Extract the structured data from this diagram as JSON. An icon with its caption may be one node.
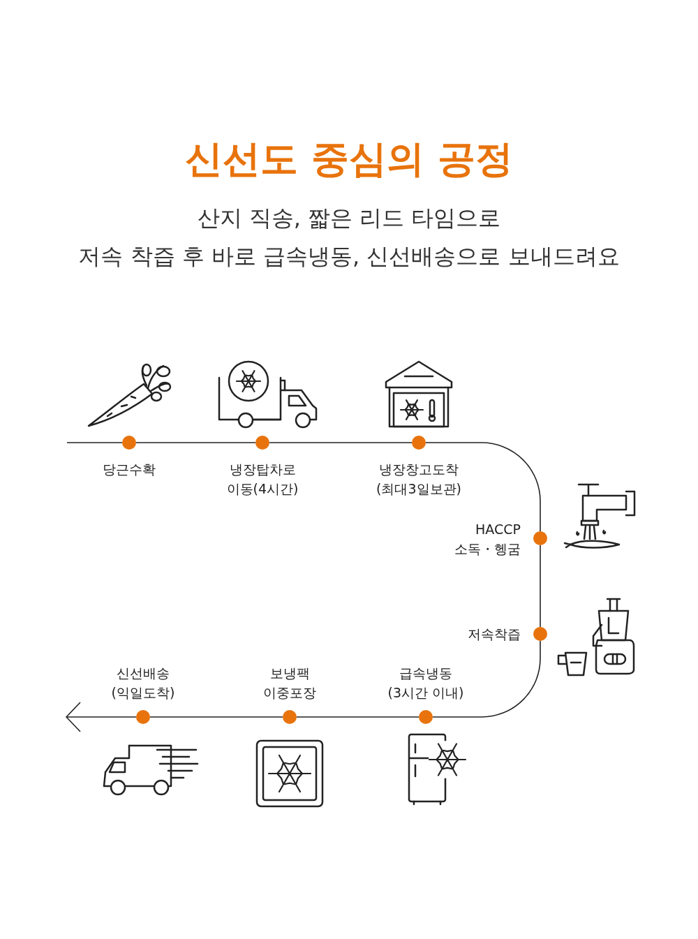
{
  "diagram": {
    "title": "신선도 중심의 공정",
    "nodes": [
      {
        "text": [],
        "shape": "circle",
        "beside": [
          "당근수확"
        ]
      },
      {
        "text": [],
        "shape": "circle",
        "beside": [
          "냉장탑차로 이동(4시간)"
        ]
      },
      {
        "text": [],
        "shape": "circle",
        "beside": [
          "냉장창고도착 (최대3일보관)"
        ]
      },
      {
        "text": [],
        "shape": "circle",
        "beside": [
          "HACCP 소독・헹굼"
        ]
      },
      {
        "text": [],
        "shape": "circle",
        "beside": [
          "저속착즙"
        ]
      },
      {
        "text": [],
        "shape": "circle",
        "beside": [
          "급속냉동 (3시간 이내)"
        ]
      },
      {
        "text": [],
        "shape": "circle",
        "beside": [
          "보냉팩 이중포장"
        ]
      },
      {
        "text": [],
        "shape": "circle",
        "beside": [
          "신선배송 (익일도착)"
        ]
      }
    ],
    "edges": [
      {
        "from": null,
        "to": 0,
        "arrow": "none"
      },
      {
        "from": 0,
        "to": 1,
        "arrow": "none"
      },
      {
        "from": 1,
        "to": 2,
        "arrow": "none"
      },
      {
        "from": 2,
        "to": 3,
        "arrow": "none"
      },
      {
        "from": 3,
        "to": 4,
        "arrow": "none"
      },
      {
        "from": 4,
        "to": 5,
        "arrow": "none"
      },
      {
        "from": 5,
        "to": 6,
        "arrow": "none"
      },
      {
        "from": 6,
        "to": 7,
        "arrow": "none"
      },
      {
        "from": 7,
        "to": null,
        "arrow": "to"
      }
    ],
    "labels": [
      "산지 직송, 짧은 리드 타임으로",
      "저속 착즙 후 바로 급속냉동, 신선배송으로 보내드려요"
    ]
  }
}
